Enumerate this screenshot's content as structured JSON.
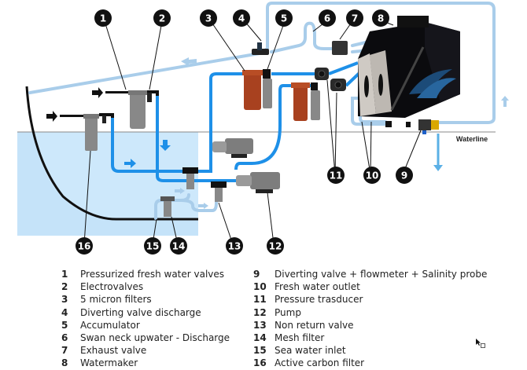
{
  "diagram": {
    "waterline_label": "Waterline",
    "callouts": [
      {
        "id": "1",
        "label": "1"
      },
      {
        "id": "2",
        "label": "2"
      },
      {
        "id": "3",
        "label": "3"
      },
      {
        "id": "4",
        "label": "4"
      },
      {
        "id": "5",
        "label": "5"
      },
      {
        "id": "6",
        "label": "6"
      },
      {
        "id": "7",
        "label": "7"
      },
      {
        "id": "8",
        "label": "8"
      },
      {
        "id": "9",
        "label": "9"
      },
      {
        "id": "10",
        "label": "10"
      },
      {
        "id": "11",
        "label": "11"
      },
      {
        "id": "12",
        "label": "12"
      },
      {
        "id": "13",
        "label": "13"
      },
      {
        "id": "14",
        "label": "14"
      },
      {
        "id": "15",
        "label": "15"
      },
      {
        "id": "16",
        "label": "16"
      }
    ],
    "colors": {
      "pressure_pipe": "#1e90e8",
      "discharge_pipe": "#a9cdea",
      "sea": "#cde8fb",
      "hull": "#111111",
      "filter_red": "#a8411f",
      "filter_grey": "#8a8a8a",
      "watermaker_body": "#0b0b0e",
      "callout_bg": "#111111"
    }
  },
  "legend": {
    "left": [
      {
        "num": "1",
        "text": "Pressurized fresh water valves"
      },
      {
        "num": "2",
        "text": "Electrovalves"
      },
      {
        "num": "3",
        "text": "5 micron filters"
      },
      {
        "num": "4",
        "text": "Diverting valve discharge"
      },
      {
        "num": "5",
        "text": "Accumulator"
      },
      {
        "num": "6",
        "text": "Swan neck upwater - Discharge"
      },
      {
        "num": "7",
        "text": "Exhaust valve"
      },
      {
        "num": "8",
        "text": "Watermaker"
      }
    ],
    "right": [
      {
        "num": "9",
        "text": "Diverting valve + flowmeter + Salinity probe"
      },
      {
        "num": "10",
        "text": "Fresh water outlet"
      },
      {
        "num": "11",
        "text": "Pressure trasducer"
      },
      {
        "num": "12",
        "text": "Pump"
      },
      {
        "num": "13",
        "text": "Non return valve"
      },
      {
        "num": "14",
        "text": "Mesh filter"
      },
      {
        "num": "15",
        "text": "Sea water inlet"
      },
      {
        "num": "16",
        "text": "Active carbon filter"
      }
    ]
  }
}
